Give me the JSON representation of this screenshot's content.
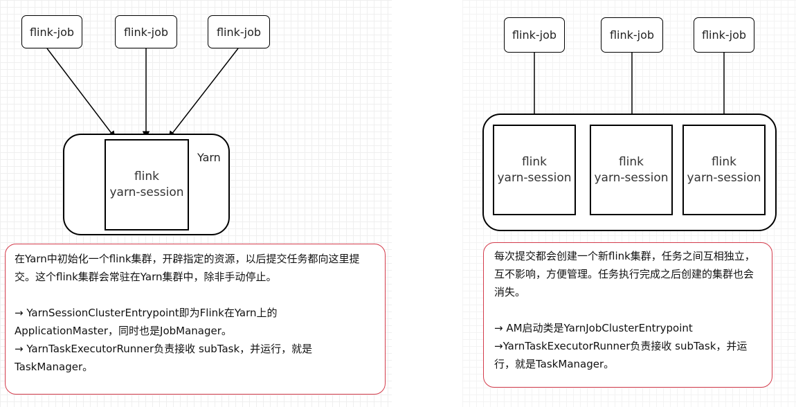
{
  "left": {
    "jobs": [
      "flink-job",
      "flink-job",
      "flink-job"
    ],
    "container_label": "Yarn",
    "session": {
      "line1": "flink",
      "line2": "yarn-session"
    },
    "note": {
      "paragraph": "在Yarn中初始化一个flink集群，开辟指定的资源，以后提交任务都向这里提交。这个flink集群会常驻在Yarn集群中，除非手动停止。",
      "line1": "→ YarnSessionClusterEntrypoint即为Flink在Yarn上的ApplicationMaster，同时也是JobManager。",
      "line2": "→ YarnTaskExecutorRunner负责接收 subTask，并运行，就是TaskManager。"
    }
  },
  "right": {
    "jobs": [
      "flink-job",
      "flink-job",
      "flink-job"
    ],
    "sessions": [
      {
        "line1": "flink",
        "line2": "yarn-session"
      },
      {
        "line1": "flink",
        "line2": "yarn-session"
      },
      {
        "line1": "flink",
        "line2": "yarn-session"
      }
    ],
    "note": {
      "paragraph": "每次提交都会创建一个新flink集群，任务之间互相独立，互不影响，方便管理。任务执行完成之后创建的集群也会消失。",
      "line1": "→ AM启动类是YarnJobClusterEntrypoint",
      "line2": "→YarnTaskExecutorRunner负责接收 subTask，并运行，就是TaskManager。"
    }
  }
}
